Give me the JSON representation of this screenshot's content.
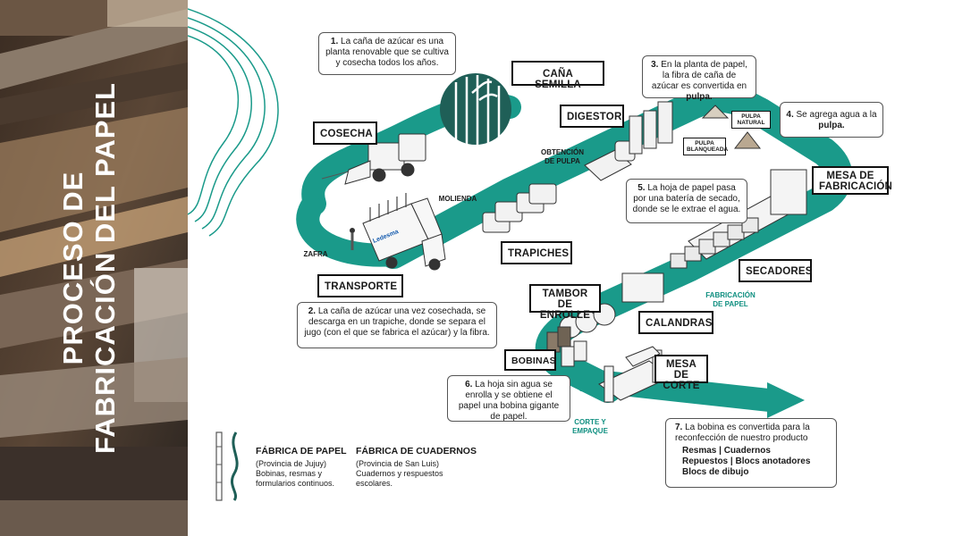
{
  "title": {
    "line1": "PROCESO DE",
    "line2": "FABRICACIÓN DEL PAPEL"
  },
  "notes": {
    "n1": {
      "num": "1.",
      "text": "La caña de azúcar es una planta renovable que se cultiva y cosecha todos los años."
    },
    "n2": {
      "num": "2.",
      "text": "La caña de azúcar una vez cosechada, se descarga en un trapiche, donde se separa el jugo (con el que se fabrica el azúcar) y la fibra."
    },
    "n3": {
      "num": "3.",
      "text_a": "En la planta de papel, la fibra de caña de azúcar es convertida en",
      "bold": "pulpa."
    },
    "n4": {
      "num": "4.",
      "text_a": "Se agrega agua a la",
      "bold": "pulpa."
    },
    "n5": {
      "num": "5.",
      "text": "La hoja de papel pasa por una batería de secado, donde se le extrae el agua."
    },
    "n6": {
      "num": "6.",
      "text": "La hoja sin agua se enrolla y se obtiene el papel una bobina gigante de papel."
    },
    "n7": {
      "num": "7.",
      "text": "La bobina es convertida para la reconfección de nuestro producto",
      "products": [
        "Resmas | Cuadernos",
        "Repuestos | Blocs anotadores",
        "Blocs de dibujo"
      ]
    }
  },
  "stages": {
    "cana_semilla": "CAÑA SEMILLA",
    "cosecha": "COSECHA",
    "transporte": "TRANSPORTE",
    "trapiches": "TRAPICHES",
    "digestor": "DIGESTOR",
    "mesa_fabricacion_1": "MESA DE",
    "mesa_fabricacion_2": "FABRICACIÓN",
    "secadores": "SECADORES",
    "calandras": "CALANDRAS",
    "tambor_1": "TAMBOR",
    "tambor_2": "DE ENROLLE",
    "bobinas": "BOBINAS",
    "mesa_corte_1": "MESA DE",
    "mesa_corte_2": "CORTE"
  },
  "small_labels": {
    "zafra": "ZAFRA",
    "molienda": "MOLIENDA",
    "obtencion_1": "OBTENCIÓN",
    "obtencion_2": "DE PULPA",
    "fab_papel_1": "FABRICACIÓN",
    "fab_papel_2": "DE PAPEL",
    "corte_1": "CORTE Y",
    "corte_2": "EMPAQUE",
    "pulpa_natural_1": "PULPA",
    "pulpa_natural_2": "NATURAL",
    "pulpa_blanq_1": "PULPA",
    "pulpa_blanq_2": "BLANQUEADA",
    "truck_brand": "Ledesma"
  },
  "legend": {
    "papel": {
      "title": "FÁBRICA DE PAPEL",
      "l1": "(Provincia de Jujuy)",
      "l2": "Bobinas, resmas y",
      "l3": "formularios continuos."
    },
    "cuadernos": {
      "title": "FÁBRICA DE CUADERNOS",
      "l1": "(Provincia de San Luis)",
      "l2": "Cuadernos y respuestos",
      "l3": "escolares."
    }
  },
  "colors": {
    "teal": "#1a9a8a",
    "teal_dark": "#0f8f80",
    "photo_dark": "#2e241e"
  }
}
